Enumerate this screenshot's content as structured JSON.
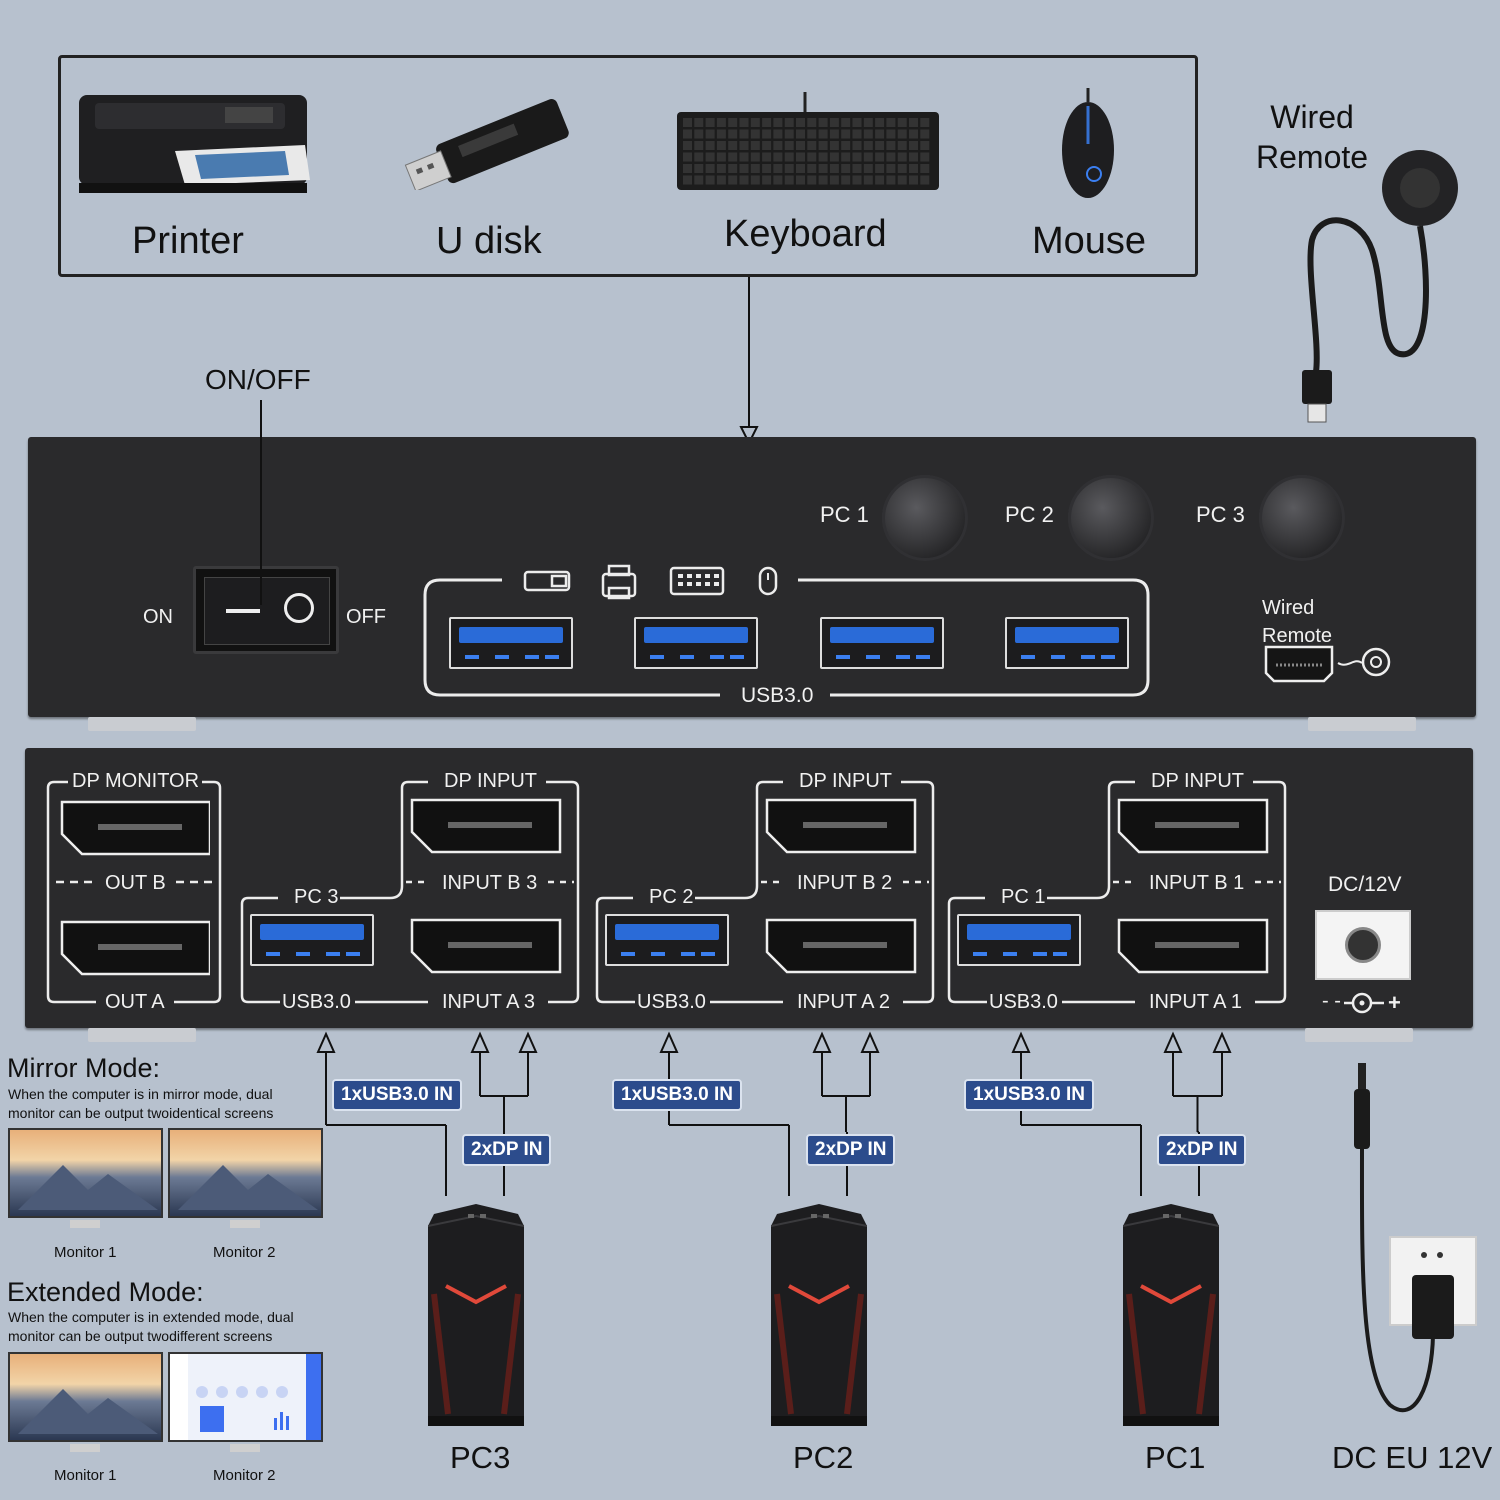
{
  "devices": [
    {
      "key": "printer",
      "label": "Printer"
    },
    {
      "key": "udisk",
      "label": "U disk"
    },
    {
      "key": "keyboard",
      "label": "Keyboard"
    },
    {
      "key": "mouse",
      "label": "Mouse"
    }
  ],
  "wired_remote_title": "Wired\nRemote",
  "front": {
    "onoff_label": "ON/OFF",
    "on": "ON",
    "off": "OFF",
    "pc_buttons": [
      "PC 1",
      "PC 2",
      "PC 3"
    ],
    "usb_label": "USB3.0",
    "wired_remote": "Wired\nRemote"
  },
  "back": {
    "dp_monitor": "DP MONITOR",
    "out_b": "OUT B",
    "out_a": "OUT A",
    "groups": [
      {
        "pc": "PC 3",
        "usb": "USB3.0",
        "title": "DP INPUT",
        "b": "INPUT B 3",
        "a": "INPUT A 3"
      },
      {
        "pc": "PC 2",
        "usb": "USB3.0",
        "title": "DP INPUT",
        "b": "INPUT B 2",
        "a": "INPUT A 2"
      },
      {
        "pc": "PC 1",
        "usb": "USB3.0",
        "title": "DP INPUT",
        "b": "INPUT B 1",
        "a": "INPUT A 1"
      }
    ],
    "dc": "DC/12V",
    "polarity": "- -",
    "plus": "+"
  },
  "chips": {
    "usb_in": "1xUSB3.0 IN",
    "dp_in": "2xDP IN"
  },
  "computers": [
    "PC3",
    "PC2",
    "PC1"
  ],
  "power": "DC EU 12V",
  "mirror": {
    "title": "Mirror Mode:",
    "desc": "When the computer is in mirror mode, dual monitor can be output twoidentical screens",
    "monitors": [
      "Monitor 1",
      "Monitor 2"
    ]
  },
  "extended": {
    "title": "Extended Mode:",
    "desc": "When the computer is in extended mode, dual monitor can be output twodifferent screens",
    "monitors": [
      "Monitor 1",
      "Monitor 2"
    ]
  },
  "colors": {
    "background": "#b7c1ce",
    "kvm": "#2a2a2c",
    "usb_blue": "#2a6bd8",
    "chip": "#2c4c8c"
  }
}
